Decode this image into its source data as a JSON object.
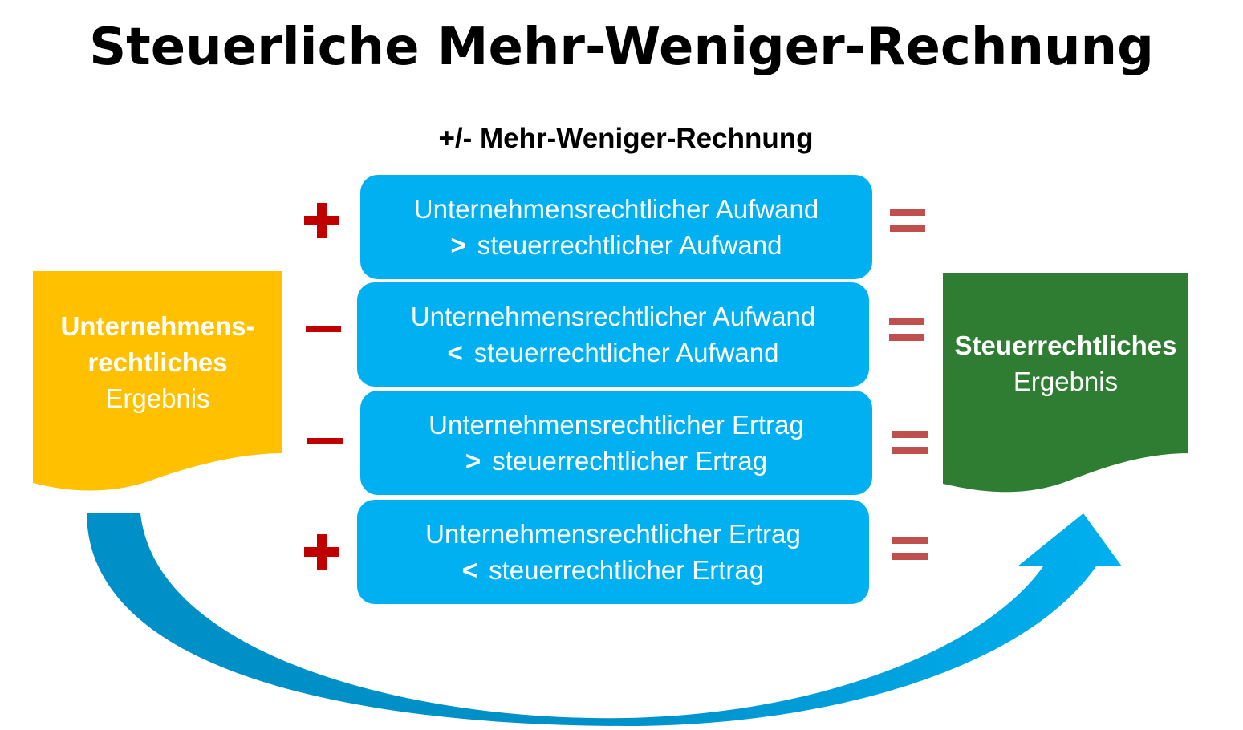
{
  "title": "Steuerliche Mehr-Weniger-Rechnung",
  "subtitle": "+/- Mehr-Weniger-Rechnung",
  "start_doc": {
    "line1": "Unternehmens-",
    "line2": "rechtliches",
    "line3": "Ergebnis",
    "color": "#ffc000"
  },
  "end_doc": {
    "line1": "Steuerrechtliches",
    "line2": "Ergebnis",
    "color": "#2e7d32"
  },
  "rows": [
    {
      "sign": "plus",
      "line1": "Unternehmensrechtlicher Aufwand",
      "op": ">",
      "line2": "steuerrechtlicher Aufwand"
    },
    {
      "sign": "minus",
      "line1": "Unternehmensrechtlicher Aufwand",
      "op": "<",
      "line2": "steuerrechtlicher Aufwand"
    },
    {
      "sign": "minus",
      "line1": "Unternehmensrechtlicher Ertrag",
      "op": ">",
      "line2": "steuerrechtlicher Ertrag"
    },
    {
      "sign": "plus",
      "line1": "Unternehmensrechtlicher Ertrag",
      "op": "<",
      "line2": "steuerrechtlicher Ertrag"
    }
  ],
  "colors": {
    "box": "#00b0f0",
    "sign": "#c00000",
    "equals": "#c0504d",
    "arrow_light": "#00b0f0",
    "arrow_dark": "#0084b8"
  }
}
